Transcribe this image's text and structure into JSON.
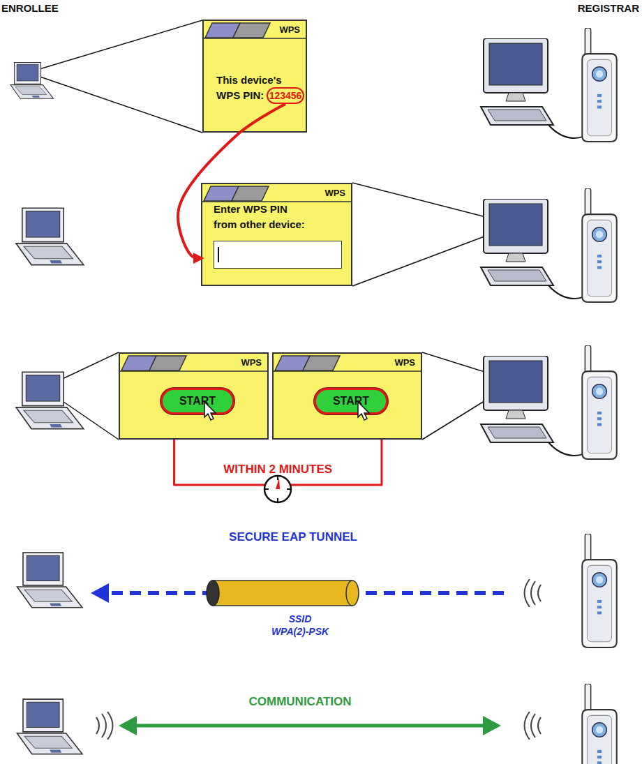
{
  "diagram": {
    "nodes": [
      {
        "text": [
          "WPS",
          "This device's WPS PIN:"
        ]
      },
      {
        "text": [
          "123456"
        ],
        "in": 0
      },
      {
        "text": [
          "WPS",
          "Enter WPS PIN from other device:"
        ]
      },
      {
        "text": [
          "WPS"
        ]
      },
      {
        "text": [
          "START"
        ],
        "in": 3
      },
      {
        "text": [
          "WPS"
        ]
      },
      {
        "text": [
          "START"
        ],
        "in": 5
      }
    ],
    "edges": [
      {
        "from": 1,
        "to": 2,
        "arrow": "to"
      },
      {
        "from": 3,
        "to": 5,
        "label": "WITHIN 2 MINUTES",
        "arrow": "none"
      }
    ],
    "labels": [
      "ENROLLEE",
      "REGISTRAR",
      "SECURE EAP TUNNEL",
      "SSID",
      "WPA(2)-PSK",
      "COMMUNICATION"
    ]
  }
}
